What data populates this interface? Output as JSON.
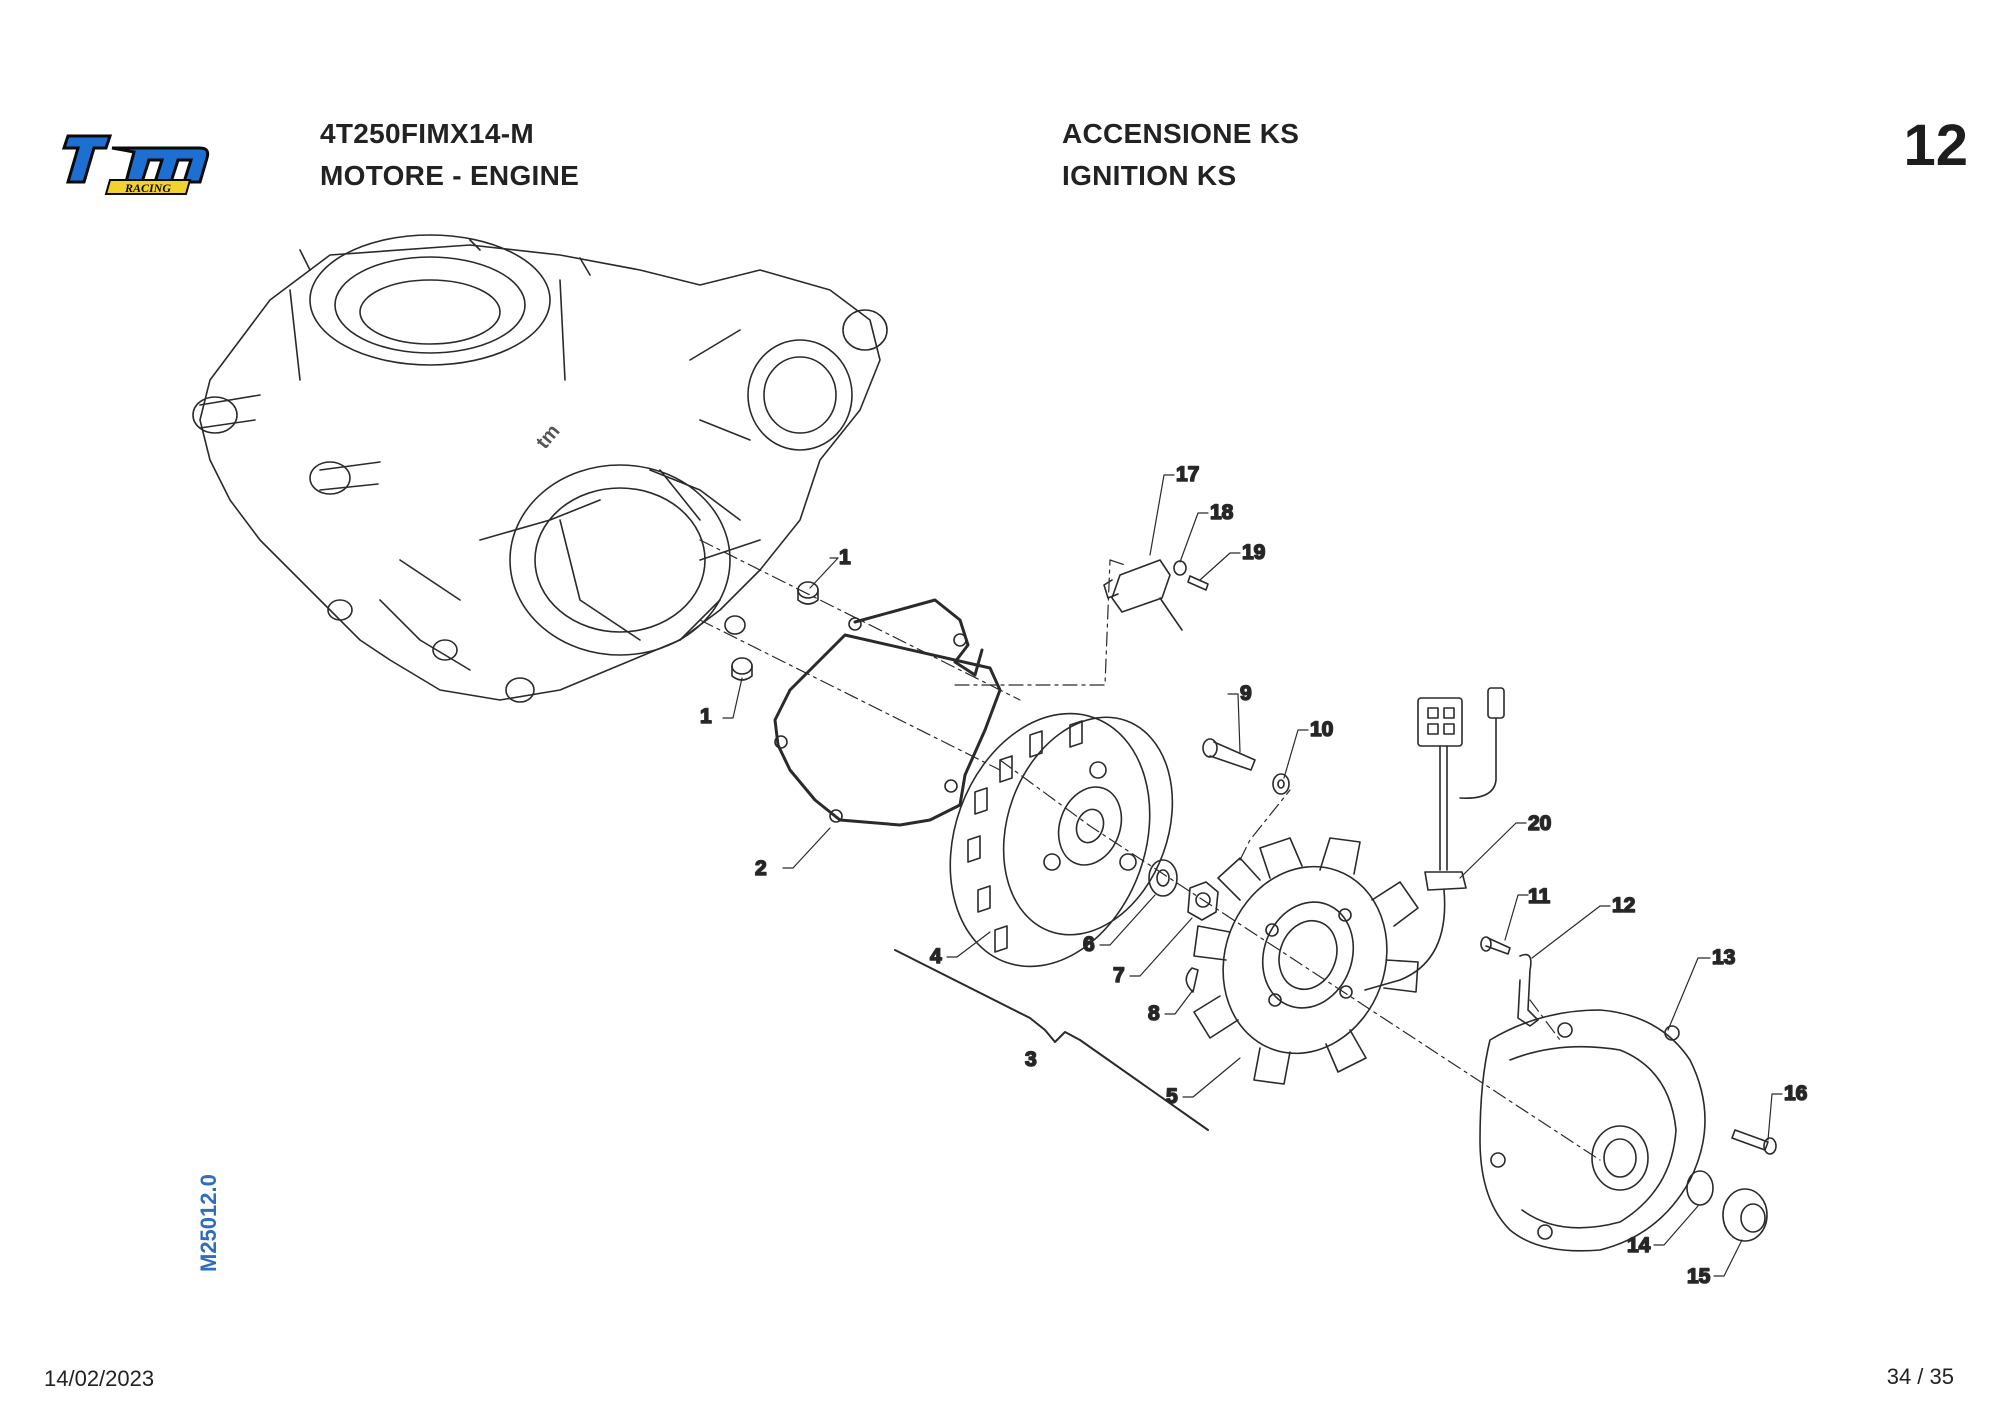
{
  "header": {
    "model_code": "4T250FIMX14-M",
    "group_title": "MOTORE - ENGINE",
    "section_title_it": "ACCENSIONE KS",
    "section_title_en": "IGNITION KS",
    "sheet_number": "12"
  },
  "logo": {
    "brand": "tm",
    "sub": "RACING",
    "colors": {
      "fill": "#1d6fd1",
      "stroke": "#0a0a0a",
      "sub_fill": "#f2d22e"
    }
  },
  "side_code": "M25012.0",
  "footer": {
    "date": "14/02/2023",
    "page": "34 / 35"
  },
  "callouts": {
    "c1a": "1",
    "c1b": "1",
    "c2": "2",
    "c3": "3",
    "c4": "4",
    "c5": "5",
    "c6": "6",
    "c7": "7",
    "c8": "8",
    "c9": "9",
    "c10": "10",
    "c11": "11",
    "c12": "12",
    "c13": "13",
    "c14": "14",
    "c15": "15",
    "c16": "16",
    "c17": "17",
    "c18": "18",
    "c19": "19",
    "c20": "20"
  }
}
